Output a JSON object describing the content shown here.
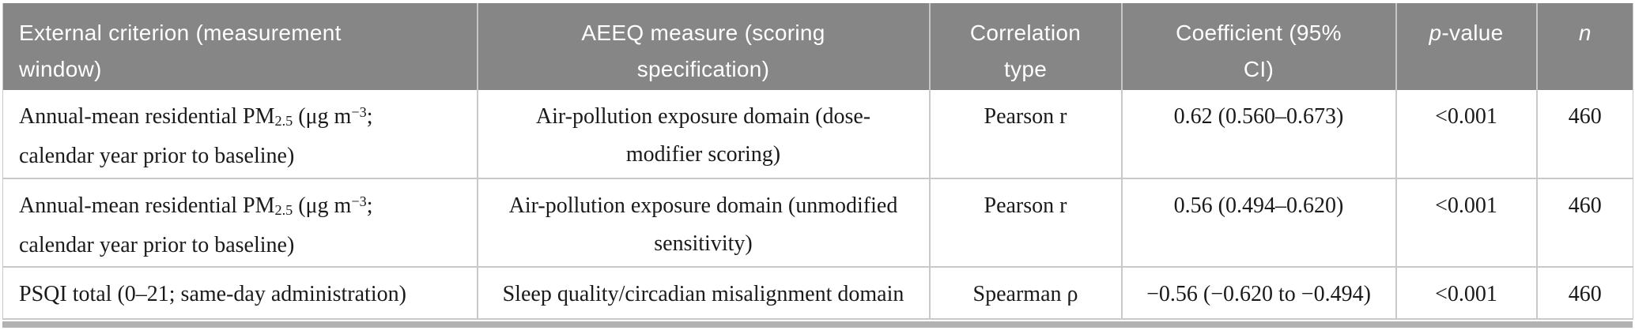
{
  "colors": {
    "header_bg": "#868686",
    "header_text": "#ffffff",
    "grid_line": "#c9c9c9",
    "bottom_rule": "#b2b2b2",
    "body_text": "#1a1a1a",
    "page_bg": "#ffffff"
  },
  "table": {
    "columns": [
      {
        "id": "external-criterion",
        "label_html": "External criterion (measurement<br>window)"
      },
      {
        "id": "aeeq-measure",
        "label_html": "AEEQ measure (scoring<br>specification)"
      },
      {
        "id": "correlation-type",
        "label_html": "Correlation<br>type"
      },
      {
        "id": "coefficient",
        "label_html": "Coefficient (95%<br>CI)"
      },
      {
        "id": "p-value",
        "label_html": "<i>p</i>-value"
      },
      {
        "id": "n",
        "label_html": "<i>n</i>"
      }
    ],
    "rows": [
      {
        "cells_html": [
          "Annual-mean residential PM<sub>2.5</sub> (μg m<sup>−3</sup>;<br>calendar year prior to baseline)",
          "Air-pollution exposure domain (dose-<br>modifier scoring)",
          "Pearson r",
          "0.62 (0.560–0.673)",
          "&lt;0.001",
          "460"
        ]
      },
      {
        "cells_html": [
          "Annual-mean residential PM<sub>2.5</sub> (μg m<sup>−3</sup>;<br>calendar year prior to baseline)",
          "Air-pollution exposure domain (unmodified<br>sensitivity)",
          "Pearson r",
          "0.56 (0.494–0.620)",
          "&lt;0.001",
          "460"
        ]
      },
      {
        "cells_html": [
          "PSQI total (0–21; same-day administration)",
          "Sleep quality/circadian misalignment domain",
          "Spearman ρ",
          "−0.56 (−0.620 to −0.494)",
          "&lt;0.001",
          "460"
        ]
      }
    ]
  }
}
